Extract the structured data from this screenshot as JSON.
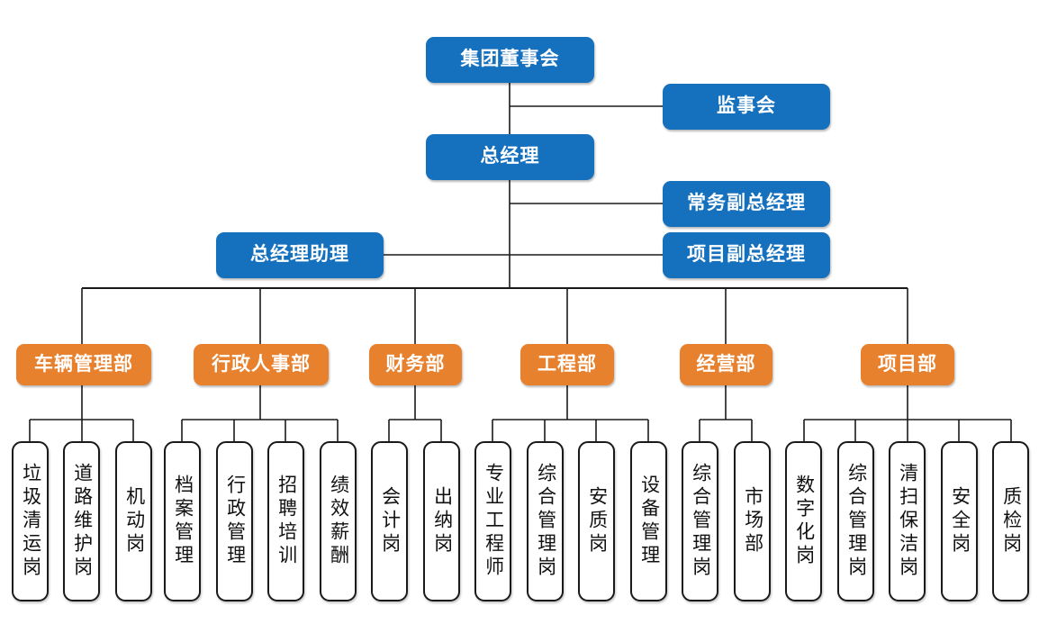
{
  "chart_title": "",
  "colors": {
    "executive_blue": "#1570BE",
    "department_orange": "#E8812E",
    "leaf_border": "#1A1A1A",
    "leaf_fill": "#FFFFFF",
    "connector": "#1A1A1A",
    "background": "#FFFFFF"
  },
  "executive": {
    "board": "集团董事会",
    "supervisory": "监事会",
    "general_manager": "总经理",
    "executive_deputy": "常务副总经理",
    "gm_assistant": "总经理助理",
    "project_deputy": "项目副总经理"
  },
  "departments": [
    {
      "name": "车辆管理部",
      "positions": [
        "垃圾清运岗",
        "道路维护岗",
        "机动岗"
      ]
    },
    {
      "name": "行政人事部",
      "positions": [
        "档案管理",
        "行政管理",
        "招聘培训",
        "绩效薪酬"
      ]
    },
    {
      "name": "财务部",
      "positions": [
        "会计岗",
        "出纳岗"
      ]
    },
    {
      "name": "工程部",
      "positions": [
        "专业工程师",
        "综合管理岗",
        "安质岗",
        "设备管理"
      ]
    },
    {
      "name": "经营部",
      "positions": [
        "综合管理岗",
        "市场部"
      ]
    },
    {
      "name": "项目部",
      "positions": [
        "数字化岗",
        "综合管理岗",
        "清扫保洁岗",
        "安全岗",
        "质检岗"
      ]
    }
  ]
}
